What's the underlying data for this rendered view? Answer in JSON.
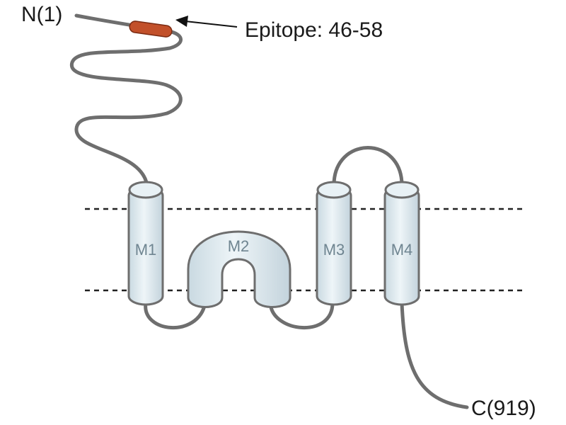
{
  "labels": {
    "n_terminus": "N(1)",
    "c_terminus": "C(919)",
    "epitope": "Epitope: 46-58"
  },
  "segments": [
    {
      "id": "m1",
      "label": "M1"
    },
    {
      "id": "m2",
      "label": "M2"
    },
    {
      "id": "m3",
      "label": "M3"
    },
    {
      "id": "m4",
      "label": "M4"
    }
  ],
  "colors": {
    "chain": "#6e6e6e",
    "helix_fill": "#dde9ef",
    "epitope": "#c2502a",
    "membrane_line": "#222222"
  }
}
